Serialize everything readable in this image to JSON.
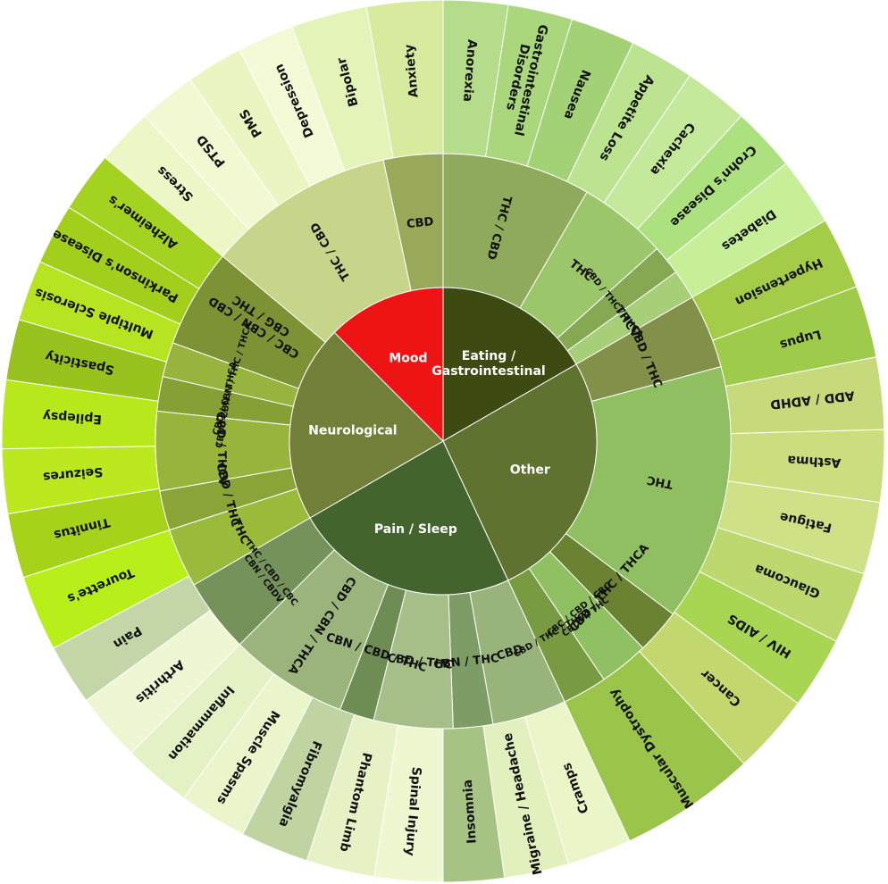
{
  "categories": [
    {
      "id": "eating",
      "label": [
        "Eating /",
        "Gastrointestinal"
      ],
      "start": 0,
      "end": 60,
      "color": "#3d4a12",
      "cannabinoids": [
        {
          "label": [
            "THC / CBD"
          ],
          "start": 0,
          "end": 30,
          "color": "#8faa5a"
        },
        {
          "label": [
            "THC"
          ],
          "start": 30,
          "end": 48,
          "color": "#9cc66a"
        },
        {
          "label": [
            "CBD / THC / THCA"
          ],
          "start": 48,
          "end": 54,
          "color": "#86a852",
          "small": true
        },
        {
          "label": [
            "THCV"
          ],
          "start": 54,
          "end": 60,
          "color": "#a6cf78"
        }
      ],
      "conditions": [
        {
          "label": [
            "Anorexia"
          ],
          "start": 0,
          "end": 8.5,
          "color": "#b5dc8a"
        },
        {
          "label": [
            "Gastrointestinal",
            "Disorders"
          ],
          "start": 8.5,
          "end": 17,
          "color": "#aad67c"
        },
        {
          "label": [
            "Nausea"
          ],
          "start": 17,
          "end": 25.5,
          "color": "#a2d275"
        },
        {
          "label": [
            "Appetite Loss"
          ],
          "start": 25.5,
          "end": 34,
          "color": "#bce38f"
        },
        {
          "label": [
            "Cachexia"
          ],
          "start": 34,
          "end": 42.5,
          "color": "#c5e99a"
        },
        {
          "label": [
            "Crohn's Disease"
          ],
          "start": 42.5,
          "end": 51,
          "color": "#ade17f"
        },
        {
          "label": [
            "Diabetes"
          ],
          "start": 51,
          "end": 60,
          "color": "#c6ef98"
        }
      ]
    },
    {
      "id": "other",
      "label": [
        "Other"
      ],
      "start": 60,
      "end": 155,
      "color": "#5f7230",
      "cannabinoids": [
        {
          "label": [
            "CBD / THC"
          ],
          "start": 60,
          "end": 75,
          "color": "#82904a"
        },
        {
          "label": [
            "THC"
          ],
          "start": 75,
          "end": 127,
          "color": "#8fbf60"
        },
        {
          "label": [
            "CBD / THC / THCA"
          ],
          "start": 127,
          "end": 136,
          "color": "#6b8232"
        },
        {
          "label": [
            "CBC / CBD / CBG",
            "CBDV / THC"
          ],
          "start": 136,
          "end": 146,
          "color": "#8fc162",
          "small": true
        },
        {
          "label": [
            "CBD / THC / THCA"
          ],
          "start": 146,
          "end": 155,
          "color": "#789a40",
          "small": true
        }
      ],
      "conditions": [
        {
          "label": [
            "Hypertension"
          ],
          "start": 60,
          "end": 69.5,
          "color": "#a4cc48"
        },
        {
          "label": [
            "Lupus"
          ],
          "start": 69.5,
          "end": 79,
          "color": "#9ecb4a"
        },
        {
          "label": [
            "ADD / ADHD"
          ],
          "start": 79,
          "end": 88.5,
          "color": "#c6da7c"
        },
        {
          "label": [
            "Asthma"
          ],
          "start": 88.5,
          "end": 98,
          "color": "#cade80"
        },
        {
          "label": [
            "Fatigue"
          ],
          "start": 98,
          "end": 107.5,
          "color": "#cfe186"
        },
        {
          "label": [
            "Glaucoma"
          ],
          "start": 107.5,
          "end": 117,
          "color": "#bcd86e"
        },
        {
          "label": [
            "HIV / AIDS"
          ],
          "start": 117,
          "end": 126.5,
          "color": "#a8d652"
        },
        {
          "label": [
            "Cancer"
          ],
          "start": 126.5,
          "end": 137,
          "color": "#c2d86e"
        },
        {
          "label": [
            "Muscular Dystrophy"
          ],
          "start": 137,
          "end": 155,
          "color": "#9bc44a"
        }
      ]
    },
    {
      "id": "pain",
      "label": [
        "Pain / Sleep"
      ],
      "start": 155,
      "end": 240,
      "color": "#44642e",
      "cannabinoids": [
        {
          "label": [
            "CBD"
          ],
          "start": 155,
          "end": 170,
          "color": "#98b47a"
        },
        {
          "label": [
            "CBN / THC"
          ],
          "start": 170,
          "end": 178,
          "color": "#7e9c66"
        },
        {
          "label": [
            "CBD / THC"
          ],
          "start": 178,
          "end": 194,
          "color": "#a6be88"
        },
        {
          "label": [
            "CBN / CBD / THC"
          ],
          "start": 194,
          "end": 201,
          "color": "#6e8d55"
        },
        {
          "label": [
            "CBD / CBN / THCA"
          ],
          "start": 201,
          "end": 225,
          "color": "#9ab47c"
        },
        {
          "label": [
            "THC / CBD / CBC",
            "CBN / CBDV"
          ],
          "start": 225,
          "end": 240,
          "color": "#74925a",
          "small": true
        }
      ],
      "conditions": [
        {
          "label": [
            "Cramps"
          ],
          "start": 155,
          "end": 163.5,
          "color": "#eaf6c8"
        },
        {
          "label": [
            "Migraine / Headache"
          ],
          "start": 163.5,
          "end": 172,
          "color": "#e2f0be"
        },
        {
          "label": [
            "Insomnia"
          ],
          "start": 172,
          "end": 180,
          "color": "#a6c384"
        },
        {
          "label": [
            "Spinal Injury"
          ],
          "start": 180,
          "end": 189,
          "color": "#eef7d0"
        },
        {
          "label": [
            "Phantom Limb"
          ],
          "start": 189,
          "end": 198,
          "color": "#e6f2c6"
        },
        {
          "label": [
            "Fibromyalgia"
          ],
          "start": 198,
          "end": 207,
          "color": "#c0d4a2"
        },
        {
          "label": [
            "Muscle Spasms"
          ],
          "start": 207,
          "end": 216,
          "color": "#eaf5cc"
        },
        {
          "label": [
            "Inflammation"
          ],
          "start": 216,
          "end": 225,
          "color": "#e4f1c4"
        },
        {
          "label": [
            "Arthritis"
          ],
          "start": 225,
          "end": 234,
          "color": "#eef6d4"
        },
        {
          "label": [
            "Pain"
          ],
          "start": 234,
          "end": 242,
          "color": "#c4d6a8"
        }
      ]
    },
    {
      "id": "neuro",
      "label": [
        "Neurological"
      ],
      "start": 240,
      "end": 315,
      "color": "#727f38",
      "cannabinoids": [
        {
          "label": [
            "THC"
          ],
          "start": 240,
          "end": 252,
          "color": "#9aba3c"
        },
        {
          "label": [
            "CBD / THC"
          ],
          "start": 252,
          "end": 260,
          "color": "#8aa438"
        },
        {
          "label": [
            "CBD / THCV"
          ],
          "start": 260,
          "end": 276,
          "color": "#98b43c"
        },
        {
          "label": [
            "CBD / CBN / THCA"
          ],
          "start": 276,
          "end": 283,
          "color": "#86a036",
          "small": true
        },
        {
          "label": [
            "CBD / CBN / THC / THCA"
          ],
          "start": 283,
          "end": 290,
          "color": "#98b43e",
          "small": true
        },
        {
          "label": [
            "CBC / CBN / CBD",
            "CBG / THC"
          ],
          "start": 290,
          "end": 315,
          "color": "#7d9234"
        }
      ],
      "conditions": [
        {
          "label": [
            "Tourette's"
          ],
          "start": 242,
          "end": 252,
          "color": "#b8ee1a"
        },
        {
          "label": [
            "Tinnitus"
          ],
          "start": 252,
          "end": 260.5,
          "color": "#a6d21a"
        },
        {
          "label": [
            "Seizures"
          ],
          "start": 260.5,
          "end": 269,
          "color": "#bce820"
        },
        {
          "label": [
            "Epilepsy"
          ],
          "start": 269,
          "end": 278,
          "color": "#b6e81c"
        },
        {
          "label": [
            "Spasticity"
          ],
          "start": 278,
          "end": 286,
          "color": "#98c21e"
        },
        {
          "label": [
            "Multiple Sclerosis"
          ],
          "start": 286,
          "end": 294,
          "color": "#b6e420"
        },
        {
          "label": [
            "Parkinson's Disease"
          ],
          "start": 294,
          "end": 302,
          "color": "#a2ce1c"
        },
        {
          "label": [
            "Alzheimer's"
          ],
          "start": 302,
          "end": 310,
          "color": "#a4d220"
        }
      ]
    },
    {
      "id": "mood",
      "label": [
        "Mood"
      ],
      "start": 315,
      "end": 360,
      "color": "#ee1414",
      "cannabinoids": [
        {
          "label": [
            "THC / CBD"
          ],
          "start": 310,
          "end": 348,
          "color": "#c6d58a"
        },
        {
          "label": [
            "CBD"
          ],
          "start": 348,
          "end": 360,
          "color": "#98aa5a"
        }
      ],
      "conditions": [
        {
          "label": [
            "Stress"
          ],
          "start": 310,
          "end": 317.5,
          "color": "#edf6c6"
        },
        {
          "label": [
            "PTSD"
          ],
          "start": 317.5,
          "end": 325,
          "color": "#f2f9d2"
        },
        {
          "label": [
            "PMS"
          ],
          "start": 325,
          "end": 332.5,
          "color": "#eaf5c2"
        },
        {
          "label": [
            "Depression"
          ],
          "start": 332.5,
          "end": 340,
          "color": "#f4fad6"
        },
        {
          "label": [
            "Bipolar"
          ],
          "start": 340,
          "end": 350,
          "color": "#e4f3b8"
        },
        {
          "label": [
            "Anxiety"
          ],
          "start": 350,
          "end": 360,
          "color": "#d8ea9e"
        }
      ]
    }
  ]
}
